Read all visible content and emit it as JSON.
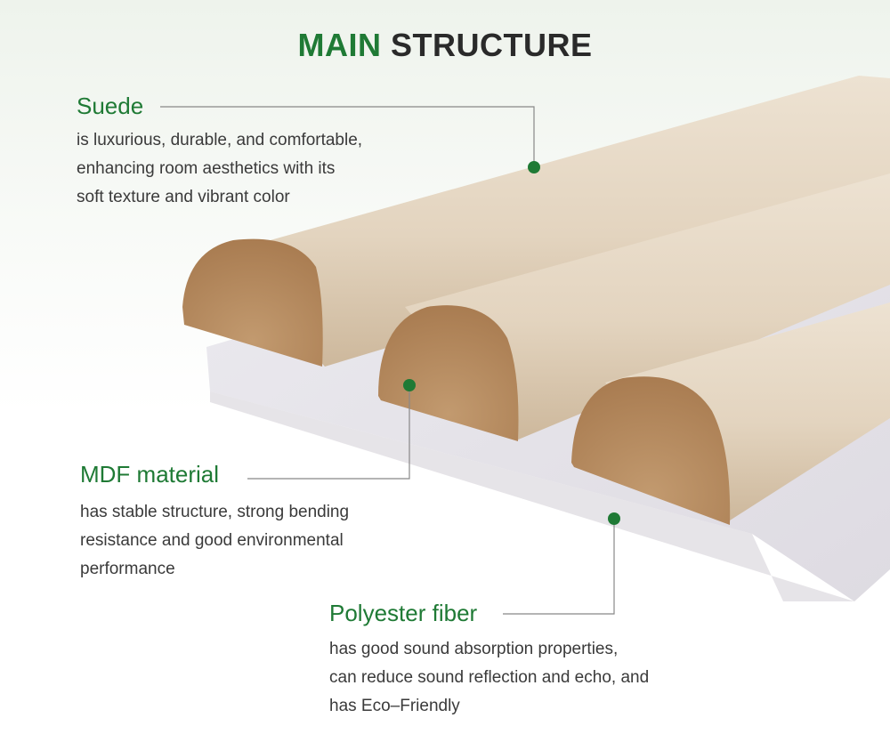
{
  "title": {
    "part1": "MAIN",
    "part2": "STRUCTURE"
  },
  "colors": {
    "accent": "#1f7a35",
    "text": "#3a3a3a",
    "suede": "#e6d8c4",
    "mdf": "#b58a5e",
    "fiber": "#e9e6ec"
  },
  "suede": {
    "heading": "Suede",
    "lines": [
      "is luxurious, durable, and comfortable,",
      "enhancing room aesthetics with its",
      "soft texture and vibrant color"
    ]
  },
  "mdf": {
    "heading": "MDF material",
    "lines": [
      "has stable structure, strong bending",
      "resistance and good environmental",
      "performance"
    ]
  },
  "polyester": {
    "heading": "Polyester fiber",
    "lines": [
      "has good sound absorption properties,",
      "can reduce sound reflection and echo, and",
      "has Eco–Friendly"
    ]
  }
}
